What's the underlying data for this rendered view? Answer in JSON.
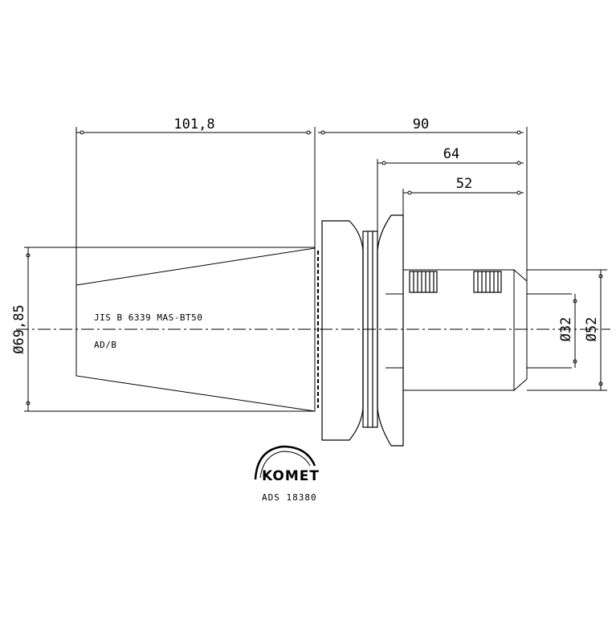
{
  "drawing": {
    "dimensions": {
      "taper_length": "101,8",
      "overall_length": "90",
      "length_64": "64",
      "length_52": "52",
      "taper_diameter": "Ø69,85",
      "bore_diameter": "Ø32",
      "shank_diameter": "Ø52"
    },
    "notes": {
      "standard": "JIS B 6339 MAS-BT50",
      "type": "AD/B"
    },
    "logo": {
      "brand": "KOMET"
    },
    "catalog_number": "ADS 18380"
  }
}
